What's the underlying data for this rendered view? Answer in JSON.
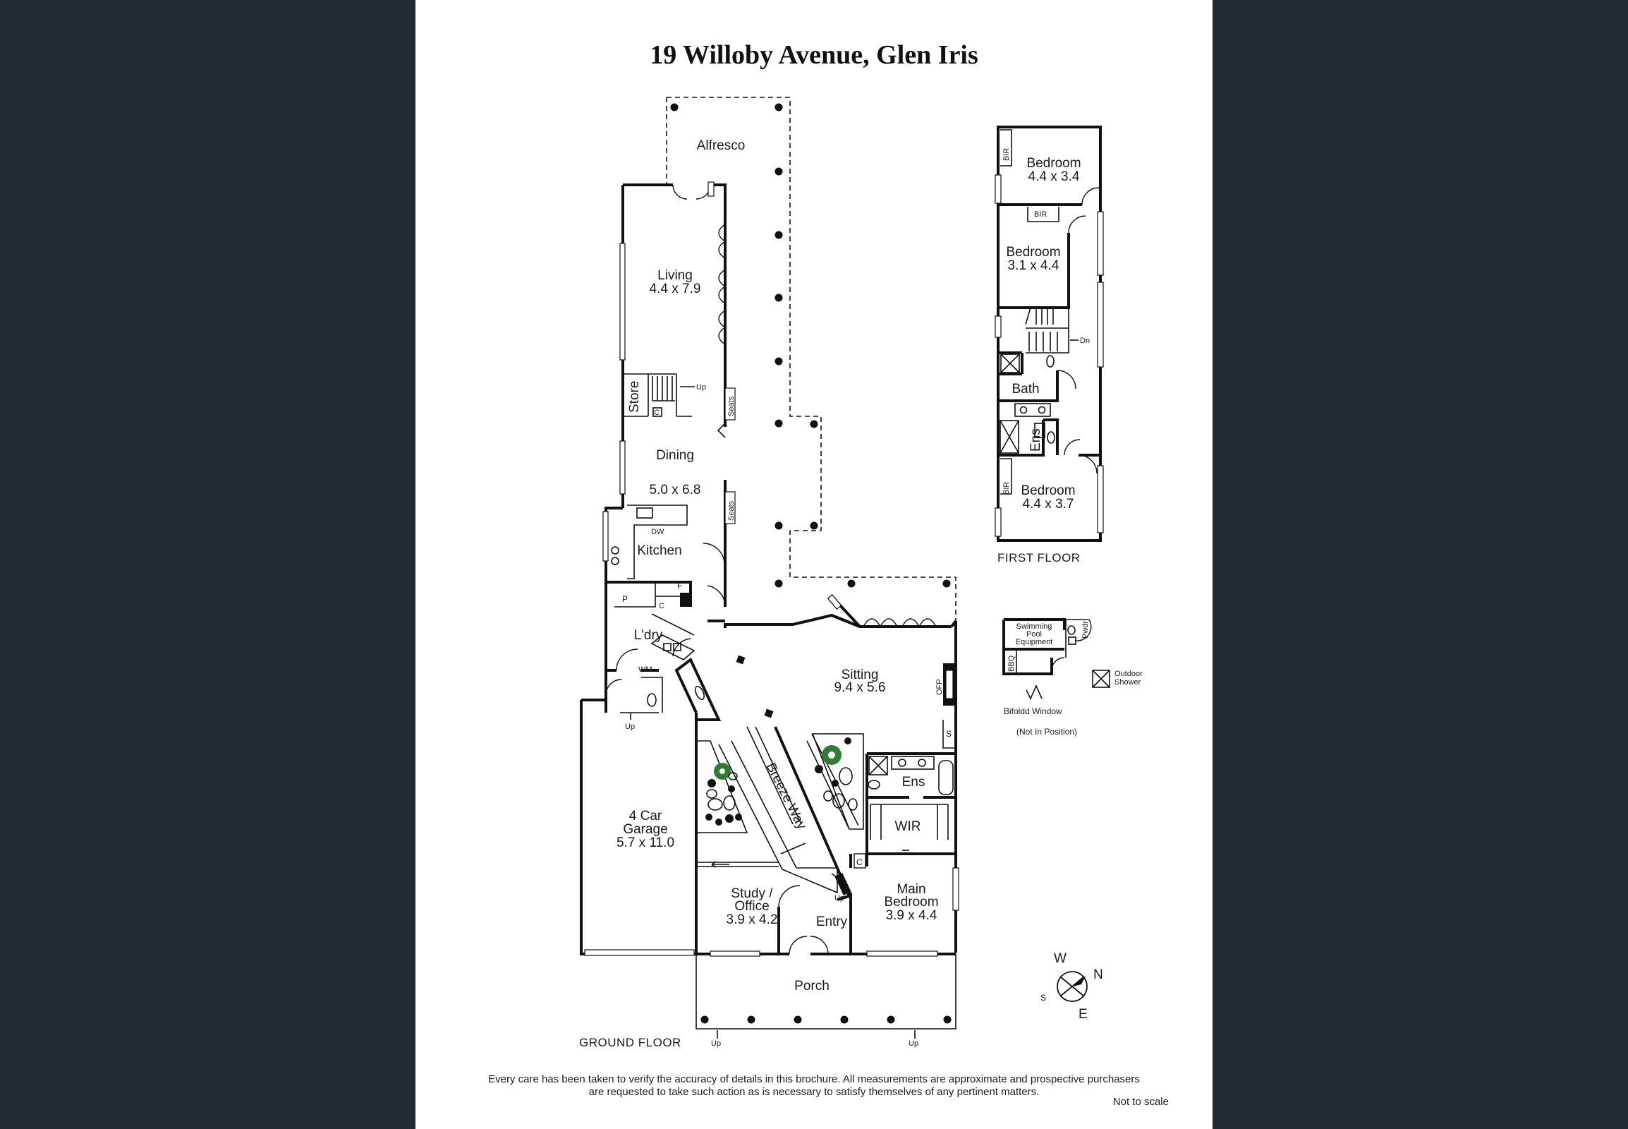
{
  "title": "19 Willoby Avenue, Glen Iris",
  "ground_floor": {
    "label": "GROUND FLOOR",
    "rooms": {
      "alfresco": "Alfresco",
      "living_name": "Living",
      "living_dim": "4.4 x 7.9",
      "store": "Store",
      "dining_name": "Dining",
      "dining_dim": "5.0 x 6.8",
      "kitchen": "Kitchen",
      "laundry": "L'dry",
      "sitting_name": "Sitting",
      "sitting_dim": "9.4 x 5.6",
      "ens": "Ens",
      "wir": "WIR",
      "garage_l1": "4 Car",
      "garage_l2": "Garage",
      "garage_dim": "5.7 x 11.0",
      "breeze_way": "Breeze Way",
      "study_l1": "Study /",
      "study_l2": "Office",
      "study_dim": "3.9 x 4.2",
      "entry": "Entry",
      "main_bed_l1": "Main",
      "main_bed_l2": "Bedroom",
      "main_bed_dim": "3.9 x 4.4",
      "porch": "Porch"
    },
    "small": {
      "up": "Up",
      "seats": "Seats",
      "c": "C",
      "dw": "DW",
      "p": "P",
      "f": "F",
      "wm": "WM",
      "ofp": "OFP",
      "s": "S"
    }
  },
  "first_floor": {
    "label": "FIRST FLOOR",
    "rooms": {
      "bed1_name": "Bedroom",
      "bed1_dim": "4.4 x 3.4",
      "bed2_name": "Bedroom",
      "bed2_dim": "3.1 x 4.4",
      "bath": "Bath",
      "ens": "Ens",
      "bed3_name": "Bedroom",
      "bed3_dim": "4.4 x 3.7"
    },
    "small": {
      "bir": "BIR",
      "dn": "Dn"
    }
  },
  "outbuilding": {
    "pool_l1": "Swimming",
    "pool_l2": "Pool",
    "pool_l3": "Equipment",
    "pwdr": "Pwdr",
    "bbq": "BBQ",
    "shower_l1": "Outdoor",
    "shower_l2": "Shower",
    "bifold": "Bifoldd Window",
    "not_in_position": "(Not In Position)"
  },
  "compass": {
    "w": "W",
    "n": "N",
    "s": "S",
    "e": "E"
  },
  "disclaimer": {
    "line1": "Every care has been taken to verify the accuracy of details in this brochure.  All measurements are approximate and prospective purchasers",
    "line2": "are requested to take such action as is necessary to satisfy themselves of any pertinent matters.",
    "not_to_scale": "Not to scale"
  },
  "colors": {
    "background": "#232a31",
    "sheet": "#ffffff",
    "ink": "#111111",
    "tree": "#2e7d32"
  }
}
